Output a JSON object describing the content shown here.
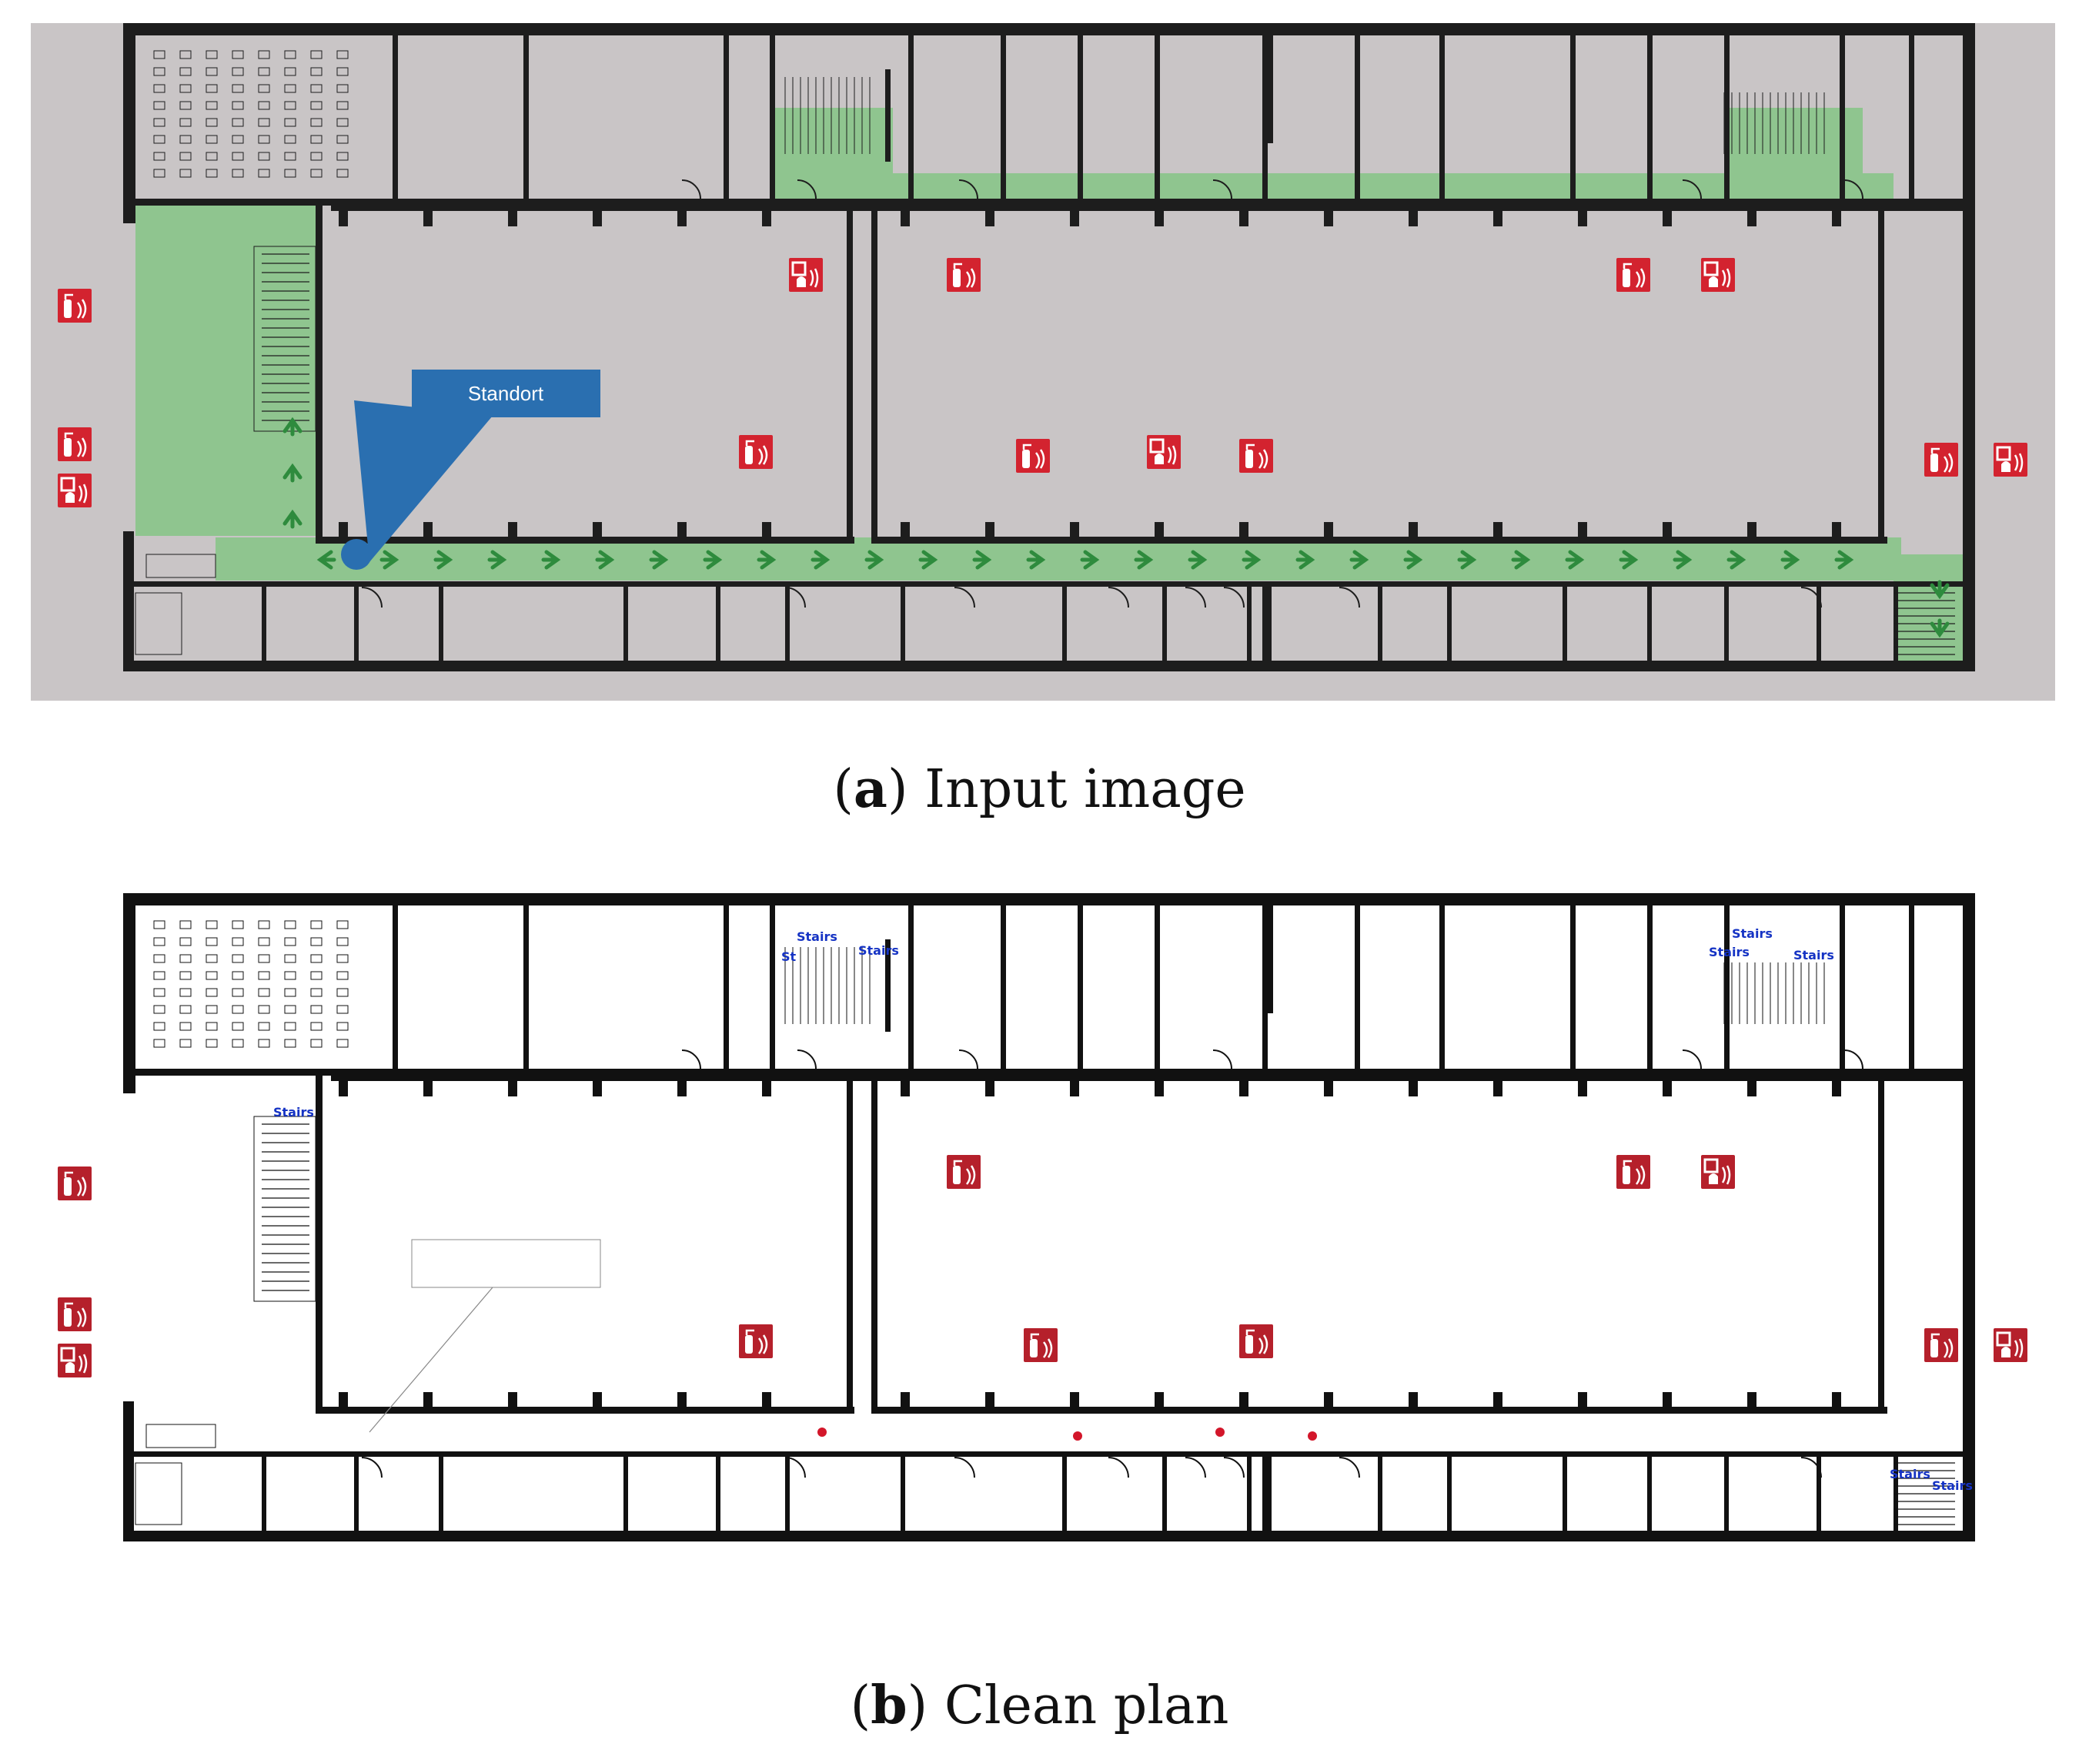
{
  "figure": {
    "panel_a": {
      "caption_letter": "a",
      "caption_text": "Input image",
      "location_marker_label": "Standort",
      "colors": {
        "paper": "#c9c5c6",
        "wall": "#1d1d1d",
        "escape_route": "#8fc58f",
        "arrow": "#2e8b3d",
        "fire_sign": "#d3232f",
        "marker": "#2a6fb0"
      },
      "fire_sign_icons": [
        "fire-extinguisher-icon",
        "fire-alarm-button-icon",
        "fire-hose-icon"
      ]
    },
    "panel_b": {
      "caption_letter": "b",
      "caption_text": "Clean plan",
      "stairs_labels": [
        "Stairs",
        "Stairs",
        "St",
        "Stairs",
        "Stairs",
        "Stairs",
        "Stairs",
        "Stairs",
        "Stairs"
      ],
      "colors": {
        "paper": "#ffffff",
        "wall": "#111111",
        "fire_sign": "#b5202b",
        "stairs_label": "#1533c4",
        "dot": "#d3162a"
      }
    }
  }
}
